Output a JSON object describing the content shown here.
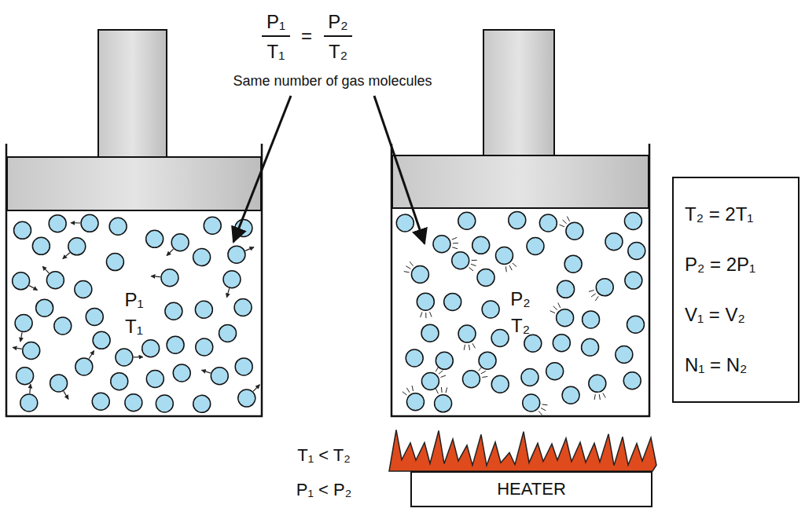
{
  "diagram": {
    "nodes": [
      {
        "text": [
          "P₁",
          "T₁"
        ]
      },
      {
        "text": [
          "P₂",
          "T₂"
        ]
      },
      {
        "text": [
          "T₂ = 2T₁",
          "P₂ = 2P₁",
          "V₁ = V₂",
          "N₁ = N₂"
        ]
      },
      {
        "text": [
          "HEATER"
        ]
      }
    ],
    "labels": [
      "P₁",
      "T₁",
      "=",
      "P₂",
      "T₂",
      "Same number of gas molecules",
      "T₁ < T₂",
      "P₁ < P₂"
    ]
  }
}
